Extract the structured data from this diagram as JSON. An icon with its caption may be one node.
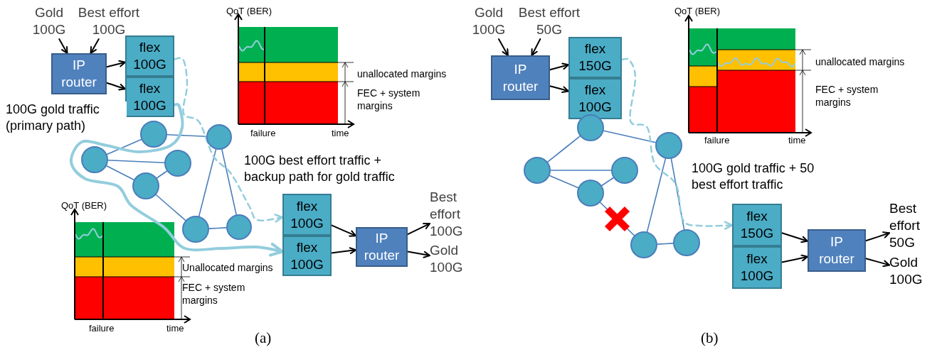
{
  "diagram": {
    "nodes": [
      {
        "text": [
          "Gold 100G"
        ]
      },
      {
        "text": [
          "Best effort 100G"
        ]
      },
      {
        "text": [
          "IP router"
        ]
      },
      {
        "text": [
          "flex 100G"
        ]
      },
      {
        "text": [
          "flex 100G"
        ]
      },
      {
        "text": [],
        "shape": "circle"
      },
      {
        "text": [],
        "shape": "circle"
      },
      {
        "text": [],
        "shape": "circle"
      },
      {
        "text": [],
        "shape": "circle"
      },
      {
        "text": [],
        "shape": "circle"
      },
      {
        "text": [],
        "shape": "circle"
      },
      {
        "text": [],
        "shape": "circle"
      },
      {
        "text": [
          "flex 100G"
        ]
      },
      {
        "text": [
          "flex 100G"
        ]
      },
      {
        "text": [
          "IP router"
        ]
      },
      {
        "text": [
          "Best effort 100G"
        ]
      },
      {
        "text": [
          "Gold 100G"
        ]
      },
      {
        "text": [
          "Gold 100G"
        ]
      },
      {
        "text": [
          "Best effort 50G"
        ]
      },
      {
        "text": [
          "IP router"
        ]
      },
      {
        "text": [
          "flex 150G"
        ]
      },
      {
        "text": [
          "flex 100G"
        ]
      },
      {
        "text": [],
        "shape": "circle"
      },
      {
        "text": [],
        "shape": "circle"
      },
      {
        "text": [],
        "shape": "circle"
      },
      {
        "text": [],
        "shape": "circle"
      },
      {
        "text": [],
        "shape": "circle"
      },
      {
        "text": [],
        "shape": "circle"
      },
      {
        "text": [],
        "shape": "circle"
      },
      {
        "text": [
          "flex 150G"
        ]
      },
      {
        "text": [
          "flex 100G"
        ]
      },
      {
        "text": [
          "IP router"
        ]
      },
      {
        "text": [
          "Best effort 50G"
        ]
      },
      {
        "text": [
          "Gold 100G"
        ]
      }
    ],
    "edges": [
      {
        "from": 0,
        "to": 2,
        "arrow": "to",
        "color": "#000000"
      },
      {
        "from": 1,
        "to": 2,
        "arrow": "to",
        "color": "#000000"
      },
      {
        "from": 2,
        "to": 3,
        "arrow": "to",
        "color": "#000000"
      },
      {
        "from": 2,
        "to": 4,
        "arrow": "to",
        "color": "#000000"
      },
      {
        "from": 5,
        "to": 7,
        "arrow": "none",
        "color": "#4a7ebb"
      },
      {
        "from": 5,
        "to": 6,
        "arrow": "none",
        "color": "#4a7ebb"
      },
      {
        "from": 7,
        "to": 8,
        "arrow": "none",
        "color": "#4a7ebb"
      },
      {
        "from": 7,
        "to": 9,
        "arrow": "none",
        "color": "#4a7ebb"
      },
      {
        "from": 8,
        "to": 9,
        "arrow": "none",
        "color": "#4a7ebb"
      },
      {
        "from": 9,
        "to": 10,
        "arrow": "none",
        "color": "#4a7ebb"
      },
      {
        "from": 6,
        "to": 10,
        "arrow": "none",
        "color": "#4a7ebb"
      },
      {
        "from": 6,
        "to": 11,
        "arrow": "none",
        "color": "#4a7ebb"
      },
      {
        "from": 10,
        "to": 11,
        "arrow": "none",
        "color": "#4a7ebb"
      },
      {
        "from": 4,
        "to": 13,
        "arrow": "to",
        "label": "100G gold traffic (primary path)",
        "style": "thick",
        "color": "#93cddd"
      },
      {
        "from": 3,
        "to": 12,
        "arrow": "to",
        "label": "100G best effort traffic + backup path for gold traffic",
        "style": "dashed",
        "color": "#93cddd"
      },
      {
        "from": 12,
        "to": 14,
        "arrow": "to",
        "color": "#000000"
      },
      {
        "from": 13,
        "to": 14,
        "arrow": "to",
        "color": "#000000"
      },
      {
        "from": 14,
        "to": 15,
        "arrow": "to",
        "color": "#000000"
      },
      {
        "from": 14,
        "to": 16,
        "arrow": "to",
        "color": "#000000"
      },
      {
        "from": 17,
        "to": 19,
        "arrow": "to",
        "color": "#000000"
      },
      {
        "from": 18,
        "to": 19,
        "arrow": "to",
        "color": "#000000"
      },
      {
        "from": 19,
        "to": 20,
        "arrow": "to",
        "color": "#000000"
      },
      {
        "from": 19,
        "to": 21,
        "arrow": "to",
        "color": "#000000"
      },
      {
        "from": 22,
        "to": 24,
        "arrow": "none",
        "color": "#4a7ebb"
      },
      {
        "from": 22,
        "to": 23,
        "arrow": "none",
        "color": "#4a7ebb"
      },
      {
        "from": 24,
        "to": 25,
        "arrow": "none",
        "color": "#4a7ebb"
      },
      {
        "from": 24,
        "to": 26,
        "arrow": "none",
        "color": "#4a7ebb"
      },
      {
        "from": 25,
        "to": 26,
        "arrow": "none",
        "color": "#4a7ebb"
      },
      {
        "from": 26,
        "to": 27,
        "arrow": "none",
        "color": "#4a7ebb"
      },
      {
        "from": 23,
        "to": 27,
        "arrow": "none",
        "color": "#4a7ebb"
      },
      {
        "from": 23,
        "to": 28,
        "arrow": "none",
        "color": "#4a7ebb"
      },
      {
        "from": 27,
        "to": 28,
        "arrow": "none",
        "color": "#4a7ebb"
      },
      {
        "from": 20,
        "to": 29,
        "arrow": "to",
        "label": "100G gold traffic + 50 best effort traffic",
        "style": "dashed",
        "color": "#93cddd"
      },
      {
        "from": 29,
        "to": 31,
        "arrow": "to",
        "color": "#000000"
      },
      {
        "from": 30,
        "to": 31,
        "arrow": "to",
        "color": "#000000"
      },
      {
        "from": 31,
        "to": 32,
        "arrow": "to",
        "color": "#000000"
      },
      {
        "from": 31,
        "to": 33,
        "arrow": "to",
        "color": "#000000"
      }
    ],
    "labels": [
      "QoT (BER)",
      "failure",
      "time",
      "unallocated margins",
      "FEC + system margins",
      "QoT (BER)",
      "failure",
      "time",
      "Unallocated margins",
      "FEC + system margins",
      "(a)",
      "QoT (BER)",
      "failure",
      "time",
      "unallocated margins",
      "FEC + system margins",
      "(b)"
    ]
  }
}
